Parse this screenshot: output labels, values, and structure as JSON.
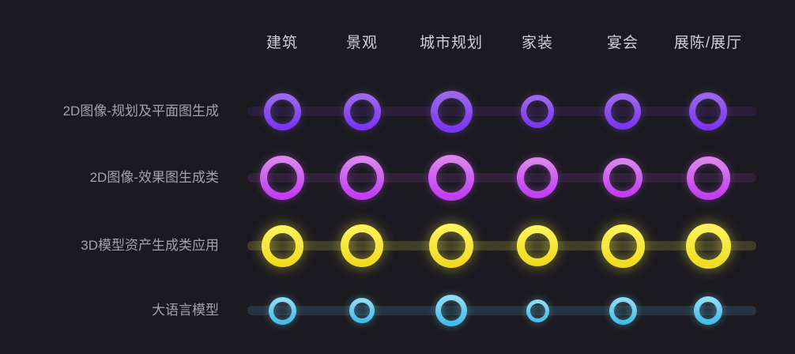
{
  "background": "#1b1a20",
  "text_colors": {
    "column_header": "#cfcfd5",
    "row_label": "#a2a2aa"
  },
  "chart_data": {
    "type": "heatmap",
    "subtype": "ring-bubble-matrix",
    "value_encoding": "ring outer diameter in px (larger ring = stronger capability)",
    "title": "",
    "legend": [],
    "grid": false,
    "columns": [
      "建筑",
      "景观",
      "城市规划",
      "家装",
      "宴会",
      "展陈/展厅"
    ],
    "rows": [
      {
        "label": "2D图像-规划及平面图生成",
        "ring_color_top": "#9a68e8",
        "ring_color_bottom": "#7b35f2",
        "glow": "rgba(140,80,240,0.40)",
        "band_color": "rgba(128,64,230,0.13)",
        "ring_sizes": [
          47,
          47,
          53,
          42,
          46,
          48
        ]
      },
      {
        "label": "2D图像-效果图生成类",
        "ring_color_top": "#d985ec",
        "ring_color_bottom": "#c13ef2",
        "glow": "rgba(205,80,240,0.40)",
        "band_color": "rgba(205,80,240,0.12)",
        "ring_sizes": [
          56,
          56,
          58,
          52,
          50,
          55
        ]
      },
      {
        "label": "3D模型资产生成类应用",
        "ring_color_top": "#fdf259",
        "ring_color_bottom": "#efdc20",
        "glow": "rgba(248,232,60,0.55)",
        "band_color": "rgba(235,222,70,0.18)",
        "ring_sizes": [
          53,
          54,
          56,
          52,
          55,
          57
        ]
      },
      {
        "label": "大语言模型",
        "ring_color_top": "#8edcf4",
        "ring_color_bottom": "#45bde9",
        "glow": "rgba(120,210,245,0.45)",
        "band_color": "rgba(95,195,235,0.16)",
        "ring_sizes": [
          35,
          32,
          40,
          29,
          35,
          36
        ]
      }
    ]
  }
}
